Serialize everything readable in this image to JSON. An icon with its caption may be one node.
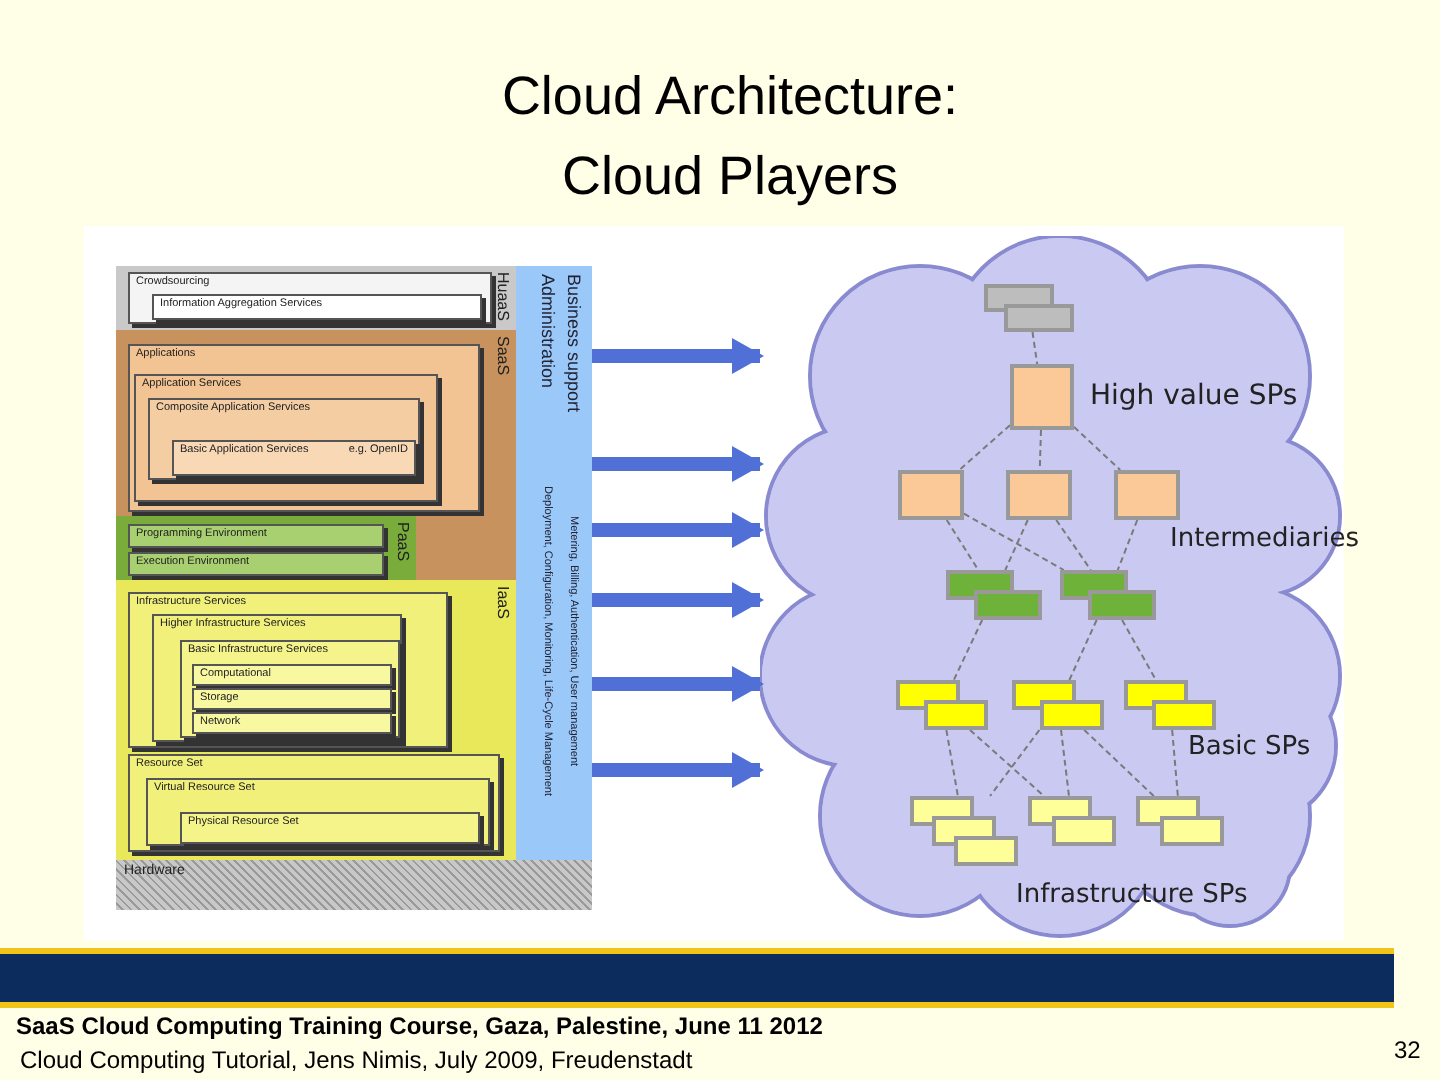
{
  "diagram": {
    "title": "Cloud Architecture: Cloud Players",
    "nodes": [
      {
        "text": [
          "HuaaS"
        ]
      },
      {
        "text": [
          "Crowdsourcing"
        ],
        "in": 0
      },
      {
        "text": [
          "Information Aggregation Services"
        ],
        "in": 1
      },
      {
        "text": [
          "SaaS"
        ]
      },
      {
        "text": [
          "Applications"
        ],
        "in": 3
      },
      {
        "text": [
          "Application Services"
        ],
        "in": 4
      },
      {
        "text": [
          "Composite Application Services"
        ],
        "in": 5
      },
      {
        "text": [
          "Basic Application Services",
          "e.g. OpenID"
        ],
        "in": 6
      },
      {
        "text": [
          "PaaS"
        ],
        "in": 3
      },
      {
        "text": [
          "Programming Environment"
        ],
        "in": 8
      },
      {
        "text": [
          "Execution Environment"
        ],
        "in": 8
      },
      {
        "text": [
          "IaaS"
        ]
      },
      {
        "text": [
          "Infrastructure Services"
        ],
        "in": 11
      },
      {
        "text": [
          "Higher Infrastructure Services"
        ],
        "in": 12
      },
      {
        "text": [
          "Basic Infrastructure Services"
        ],
        "in": 13
      },
      {
        "text": [
          "Computational"
        ],
        "in": 14
      },
      {
        "text": [
          "Storage"
        ],
        "in": 14
      },
      {
        "text": [
          "Network"
        ],
        "in": 14
      },
      {
        "text": [
          "Resource Set"
        ],
        "in": 11
      },
      {
        "text": [
          "Virtual Resource Set"
        ],
        "in": 18
      },
      {
        "text": [
          "Physical Resource Set"
        ],
        "in": 19
      },
      {
        "text": [
          "Hardware"
        ]
      },
      {
        "text": [
          "Business support",
          "Administration",
          "Deployment, Configuration, Monitoring, Life-Cycle Management",
          "Metering, Billing, Authentication, User management"
        ]
      },
      {
        "text": [
          "High value SPs",
          "Intermediaries",
          "Basic SPs",
          "Infrastructure SPs"
        ]
      },
      {
        "text": [],
        "shape": "box",
        "in": 23
      },
      {
        "text": [],
        "shape": "box",
        "in": 23
      },
      {
        "text": [],
        "shape": "box",
        "in": 23
      },
      {
        "text": [],
        "shape": "box",
        "in": 23
      },
      {
        "text": [],
        "shape": "box",
        "in": 23
      },
      {
        "text": [],
        "shape": "box",
        "in": 23
      },
      {
        "text": [],
        "shape": "box",
        "in": 23
      },
      {
        "text": [],
        "shape": "box",
        "in": 23
      },
      {
        "text": [],
        "shape": "box",
        "in": 23
      },
      {
        "text": [],
        "shape": "box",
        "in": 23
      },
      {
        "text": [],
        "shape": "box",
        "in": 23
      },
      {
        "text": [],
        "shape": "box",
        "in": 23
      },
      {
        "text": [],
        "shape": "box",
        "in": 23
      }
    ],
    "edges": [
      {
        "from": 22,
        "to": 23,
        "arrow": "to",
        "style": "thick",
        "color": "#5070d8"
      },
      {
        "from": 22,
        "to": 23,
        "arrow": "to",
        "style": "thick",
        "color": "#5070d8"
      },
      {
        "from": 22,
        "to": 23,
        "arrow": "to",
        "style": "thick",
        "color": "#5070d8"
      },
      {
        "from": 22,
        "to": 23,
        "arrow": "to",
        "style": "thick",
        "color": "#5070d8"
      },
      {
        "from": 22,
        "to": 23,
        "arrow": "to",
        "style": "thick",
        "color": "#5070d8"
      },
      {
        "from": 22,
        "to": 23,
        "arrow": "to",
        "style": "thick",
        "color": "#5070d8"
      },
      {
        "from": 24,
        "to": 25,
        "arrow": "none",
        "style": "dashed"
      },
      {
        "from": 25,
        "to": 26,
        "arrow": "none",
        "style": "dashed"
      },
      {
        "from": 25,
        "to": 27,
        "arrow": "none",
        "style": "dashed"
      },
      {
        "from": 25,
        "to": 28,
        "arrow": "none",
        "style": "dashed"
      },
      {
        "from": 26,
        "to": 29,
        "arrow": "none",
        "style": "dashed"
      },
      {
        "from": 26,
        "to": 30,
        "arrow": "none",
        "style": "dashed"
      },
      {
        "from": 27,
        "to": 29,
        "arrow": "none",
        "style": "dashed"
      },
      {
        "from": 27,
        "to": 30,
        "arrow": "none",
        "style": "dashed"
      },
      {
        "from": 28,
        "to": 30,
        "arrow": "none",
        "style": "dashed"
      },
      {
        "from": 29,
        "to": 31,
        "arrow": "none",
        "style": "dashed"
      },
      {
        "from": 30,
        "to": 32,
        "arrow": "none",
        "style": "dashed"
      },
      {
        "from": 30,
        "to": 33,
        "arrow": "none",
        "style": "dashed"
      },
      {
        "from": 31,
        "to": 34,
        "arrow": "none",
        "style": "dashed"
      },
      {
        "from": 31,
        "to": 35,
        "arrow": "none",
        "style": "dashed"
      },
      {
        "from": 32,
        "to": 34,
        "arrow": "none",
        "style": "dashed"
      },
      {
        "from": 32,
        "to": 35,
        "arrow": "none",
        "style": "dashed"
      },
      {
        "from": 32,
        "to": 36,
        "arrow": "none",
        "style": "dashed"
      },
      {
        "from": 33,
        "to": 36,
        "arrow": "none",
        "style": "dashed"
      }
    ],
    "labels": [
      "SaaS Cloud Computing Training Course, Gaza, Palestine, June 11 2012",
      "Cloud Computing Tutorial, Jens Nimis,  July 2009, Freudenstadt",
      "32"
    ]
  }
}
